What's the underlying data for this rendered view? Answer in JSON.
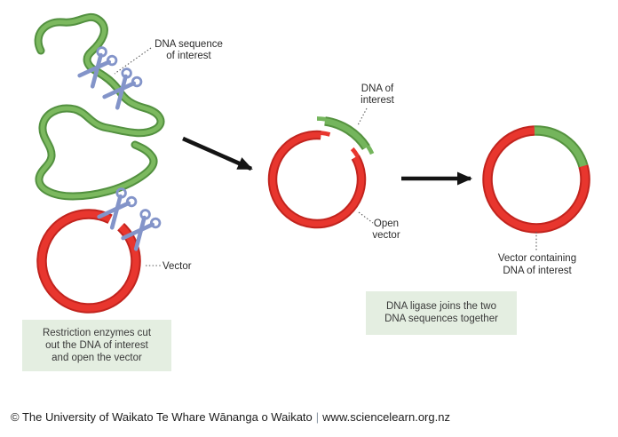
{
  "figure": {
    "labels": {
      "dna_sequence": "DNA sequence\nof interest",
      "dna_of_interest": "DNA of\ninterest",
      "vector": "Vector",
      "open_vector": "Open\nvector",
      "result": "Vector containing\nDNA of interest"
    },
    "captions": {
      "step1": "Restriction enzymes cut\nout the DNA of interest\nand open the vector",
      "step2": "DNA ligase joins the two\nDNA sequences together"
    },
    "icons": {
      "scissors": "scissors-icon",
      "arrow_right": "arrow-right-icon"
    },
    "colors": {
      "dna_green": "#74b55c",
      "dna_green_dark": "#55923f",
      "vector_red": "#e8362e",
      "vector_red_dark": "#c2241e",
      "scissors_blue": "#8394c9",
      "caption_bg": "#e4eee1",
      "arrow_black": "#141414"
    }
  },
  "footer": {
    "copyright": "© The University of Waikato Te Whare Wānanga o Waikato",
    "separator": "|",
    "url": "www.sciencelearn.org.nz"
  }
}
